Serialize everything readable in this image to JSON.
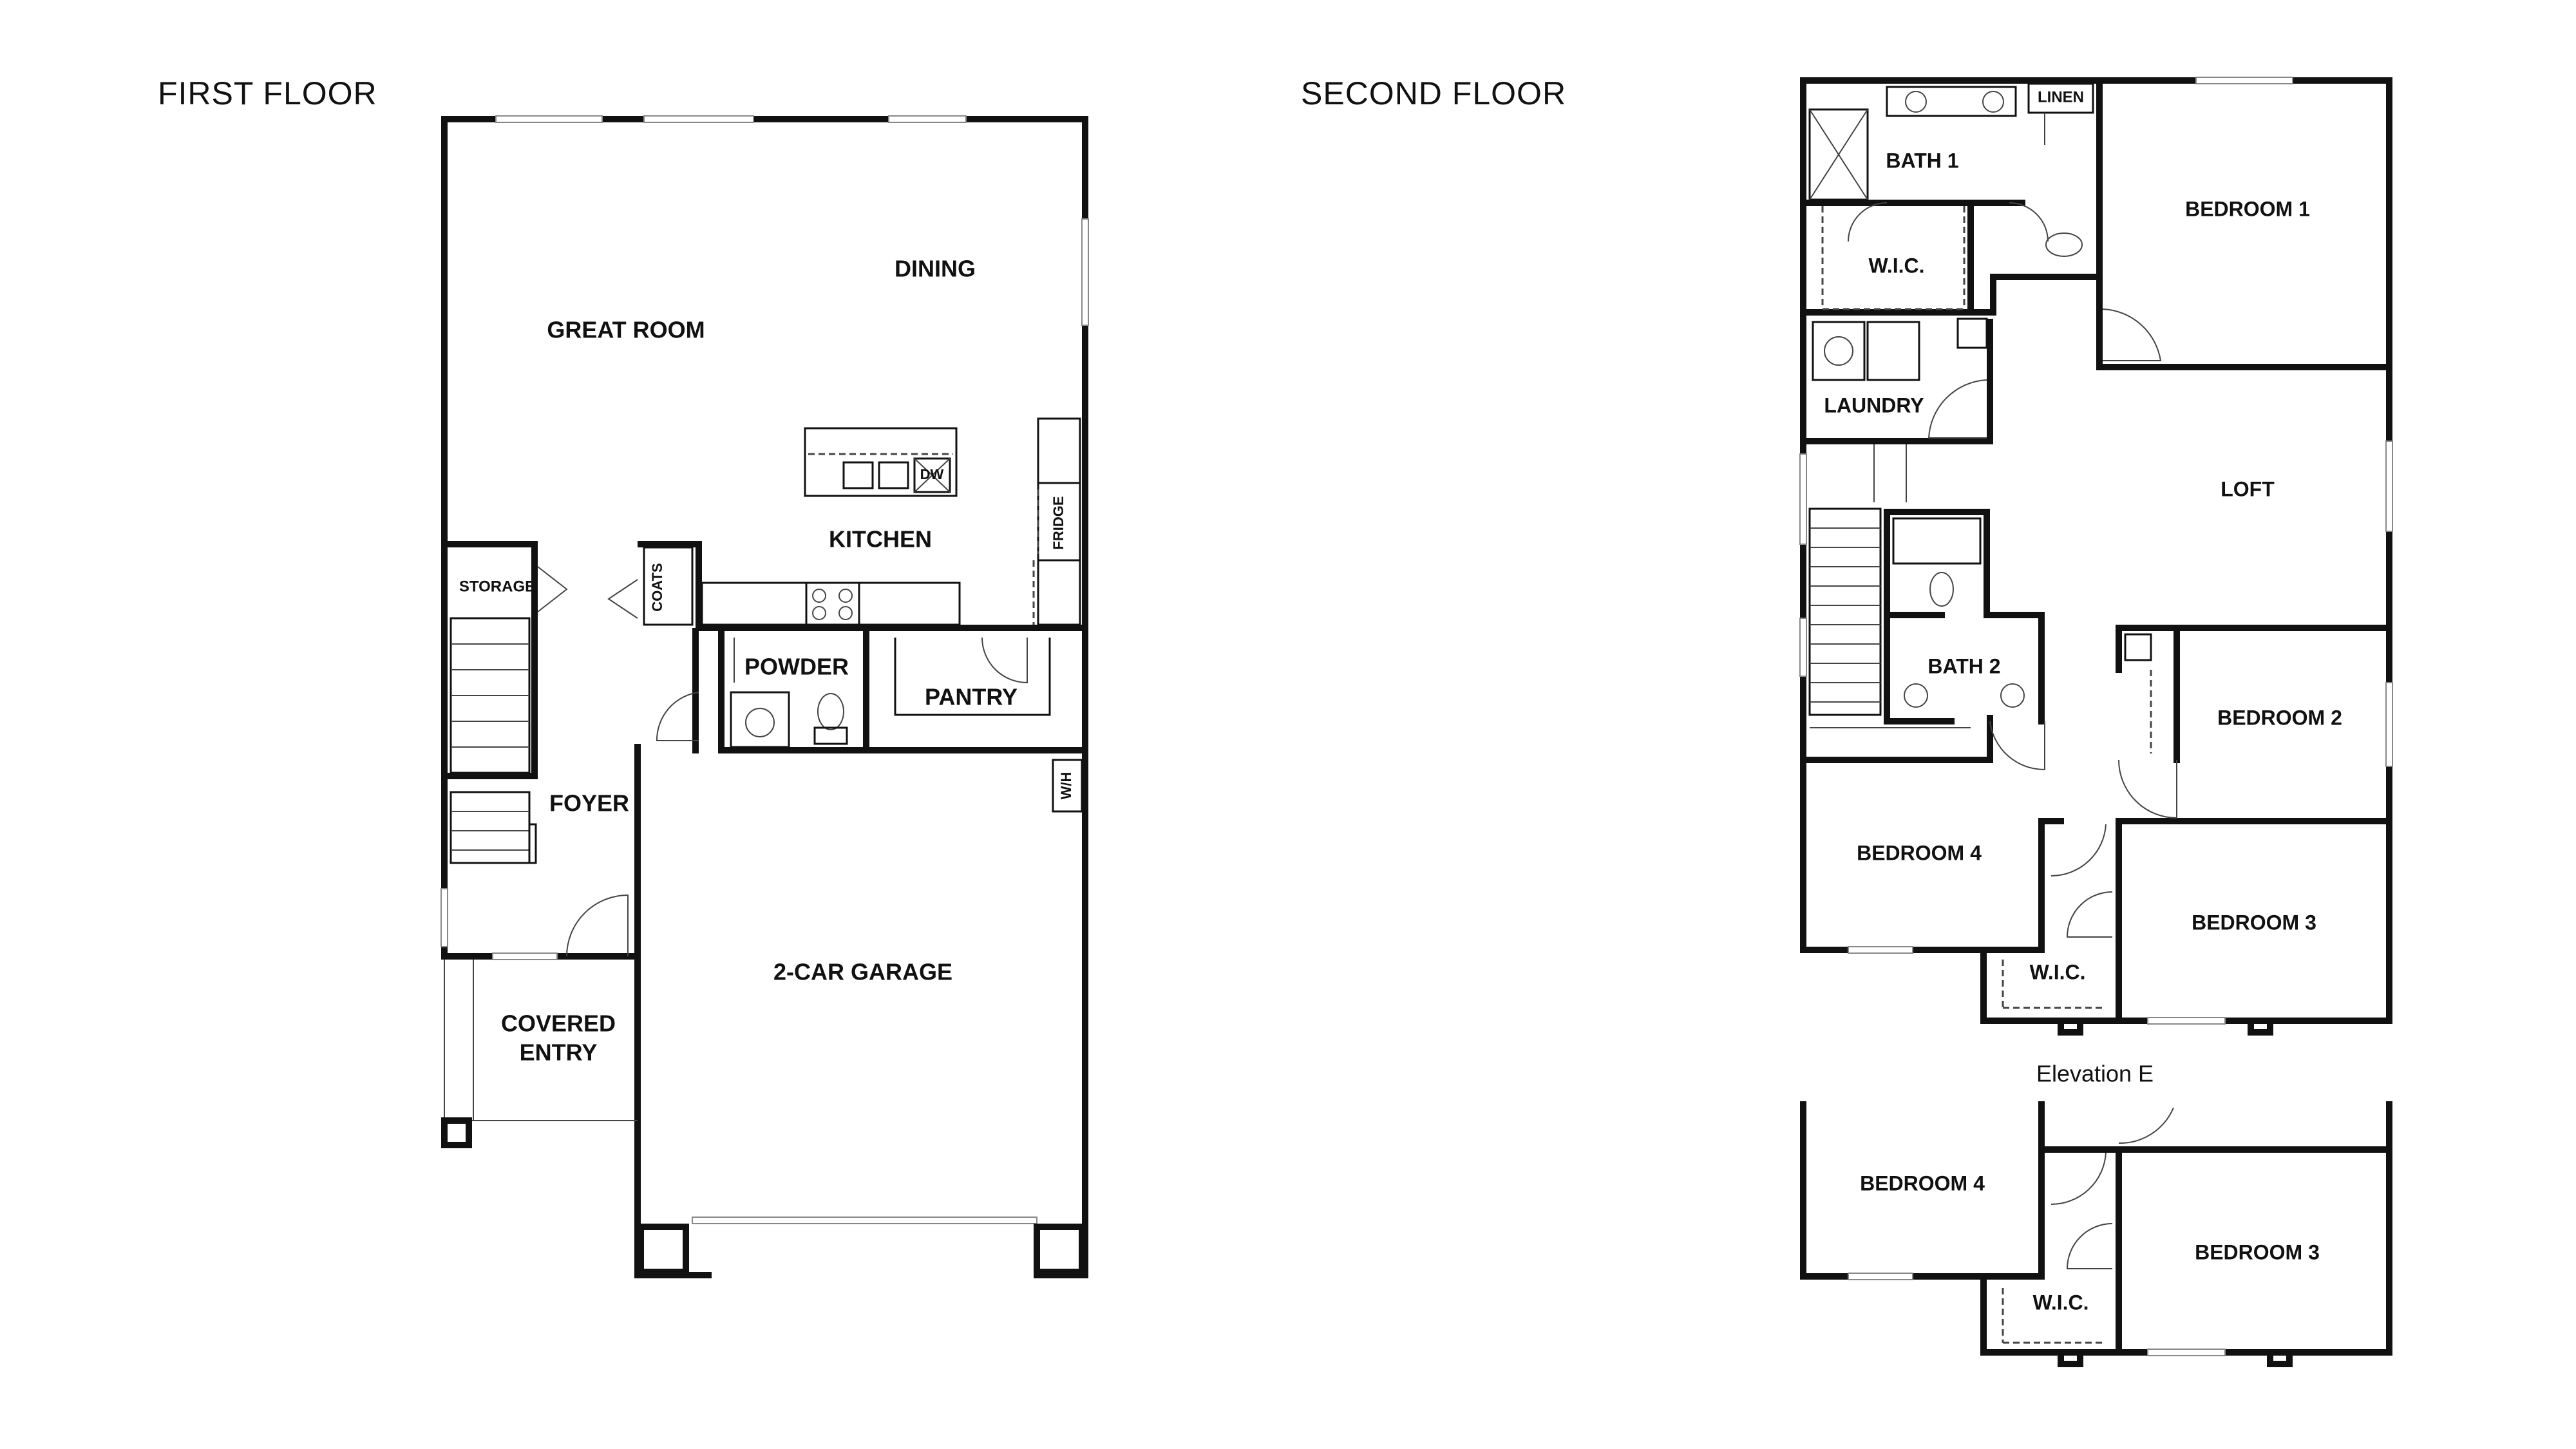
{
  "titles": {
    "first_floor": "FIRST FLOOR",
    "second_floor": "SECOND FLOOR"
  },
  "first_floor": {
    "rooms": {
      "great_room": "GREAT ROOM",
      "dining": "DINING",
      "kitchen": "KITCHEN",
      "dw": "DW",
      "fridge": "FRIDGE",
      "storage": "STORAGE",
      "coats": "COATS",
      "powder": "POWDER",
      "pantry": "PANTRY",
      "foyer": "FOYER",
      "wh": "W/H",
      "garage": "2-CAR GARAGE",
      "covered_entry_line1": "COVERED",
      "covered_entry_line2": "ENTRY"
    }
  },
  "second_floor": {
    "rooms": {
      "linen": "LINEN",
      "bath1": "BATH 1",
      "bedroom1": "BEDROOM 1",
      "wic_primary": "W.I.C.",
      "laundry": "LAUNDRY",
      "loft": "LOFT",
      "bath2": "BATH 2",
      "bedroom2": "BEDROOM 2",
      "bedroom4": "BEDROOM 4",
      "bedroom3": "BEDROOM 3",
      "wic_bed3": "W.I.C."
    }
  },
  "elevation_e": {
    "label": "Elevation E",
    "rooms": {
      "bedroom4": "BEDROOM 4",
      "bedroom3": "BEDROOM 3",
      "wic": "W.I.C."
    }
  }
}
